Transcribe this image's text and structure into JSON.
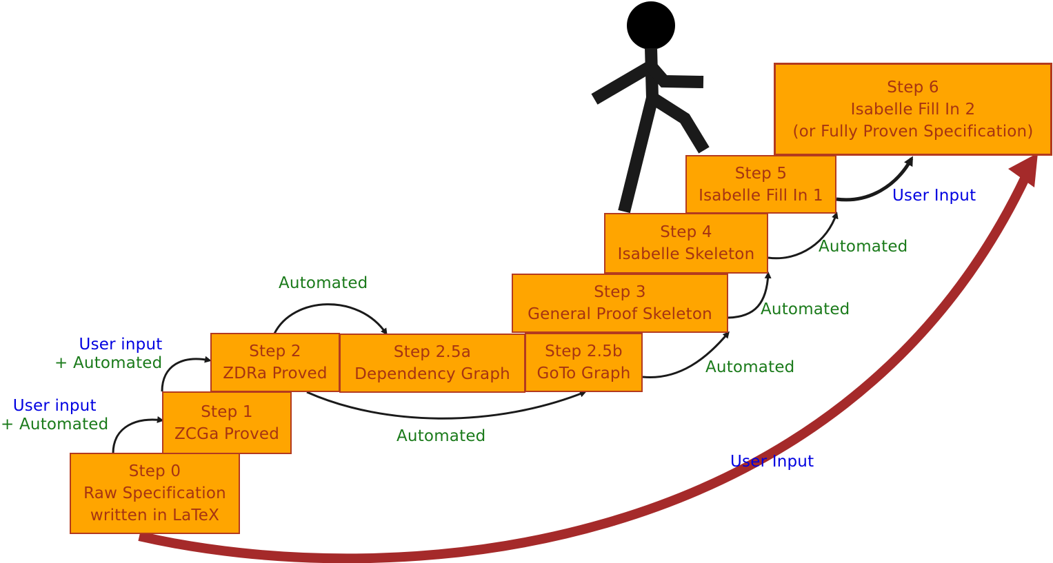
{
  "colors": {
    "box_fill": "#ffa500",
    "box_border": "#b33a1f",
    "box_text": "#a63412",
    "automated_text": "#1a7a1a",
    "user_input_text": "#0000e0",
    "arrow": "#1a1a1a",
    "big_arrow": "#a52a2a",
    "figure": "#1a1a1a"
  },
  "steps": {
    "step0": {
      "title": "Step 0",
      "line1": "Raw Specification",
      "line2": "written in LaTeX"
    },
    "step1": {
      "title": "Step 1",
      "line1": "ZCGa Proved"
    },
    "step2": {
      "title": "Step 2",
      "line1": "ZDRa Proved"
    },
    "step25a": {
      "title": "Step 2.5a",
      "line1": "Dependency Graph"
    },
    "step25b": {
      "title": "Step 2.5b",
      "line1": "GoTo Graph"
    },
    "step3": {
      "title": "Step 3",
      "line1": "General Proof Skeleton"
    },
    "step4": {
      "title": "Step 4",
      "line1": "Isabelle Skeleton"
    },
    "step5": {
      "title": "Step 5",
      "line1": "Isabelle Fill In 1"
    },
    "step6": {
      "title": "Step 6",
      "line1": "Isabelle Fill In 2",
      "line2": "(or Fully Proven Specification)"
    }
  },
  "labels": {
    "step0_to_1": {
      "user": "User input",
      "automated": "+ Automated"
    },
    "step1_to_2": {
      "user": "User input",
      "automated": "+ Automated"
    },
    "step2_to_25a": "Automated",
    "step2_to_25b": "Automated",
    "step25b_to_3": "Automated",
    "step3_to_4": "Automated",
    "step4_to_5": "Automated",
    "step5_to_6": "User Input",
    "step0_to_6": "User Input"
  }
}
